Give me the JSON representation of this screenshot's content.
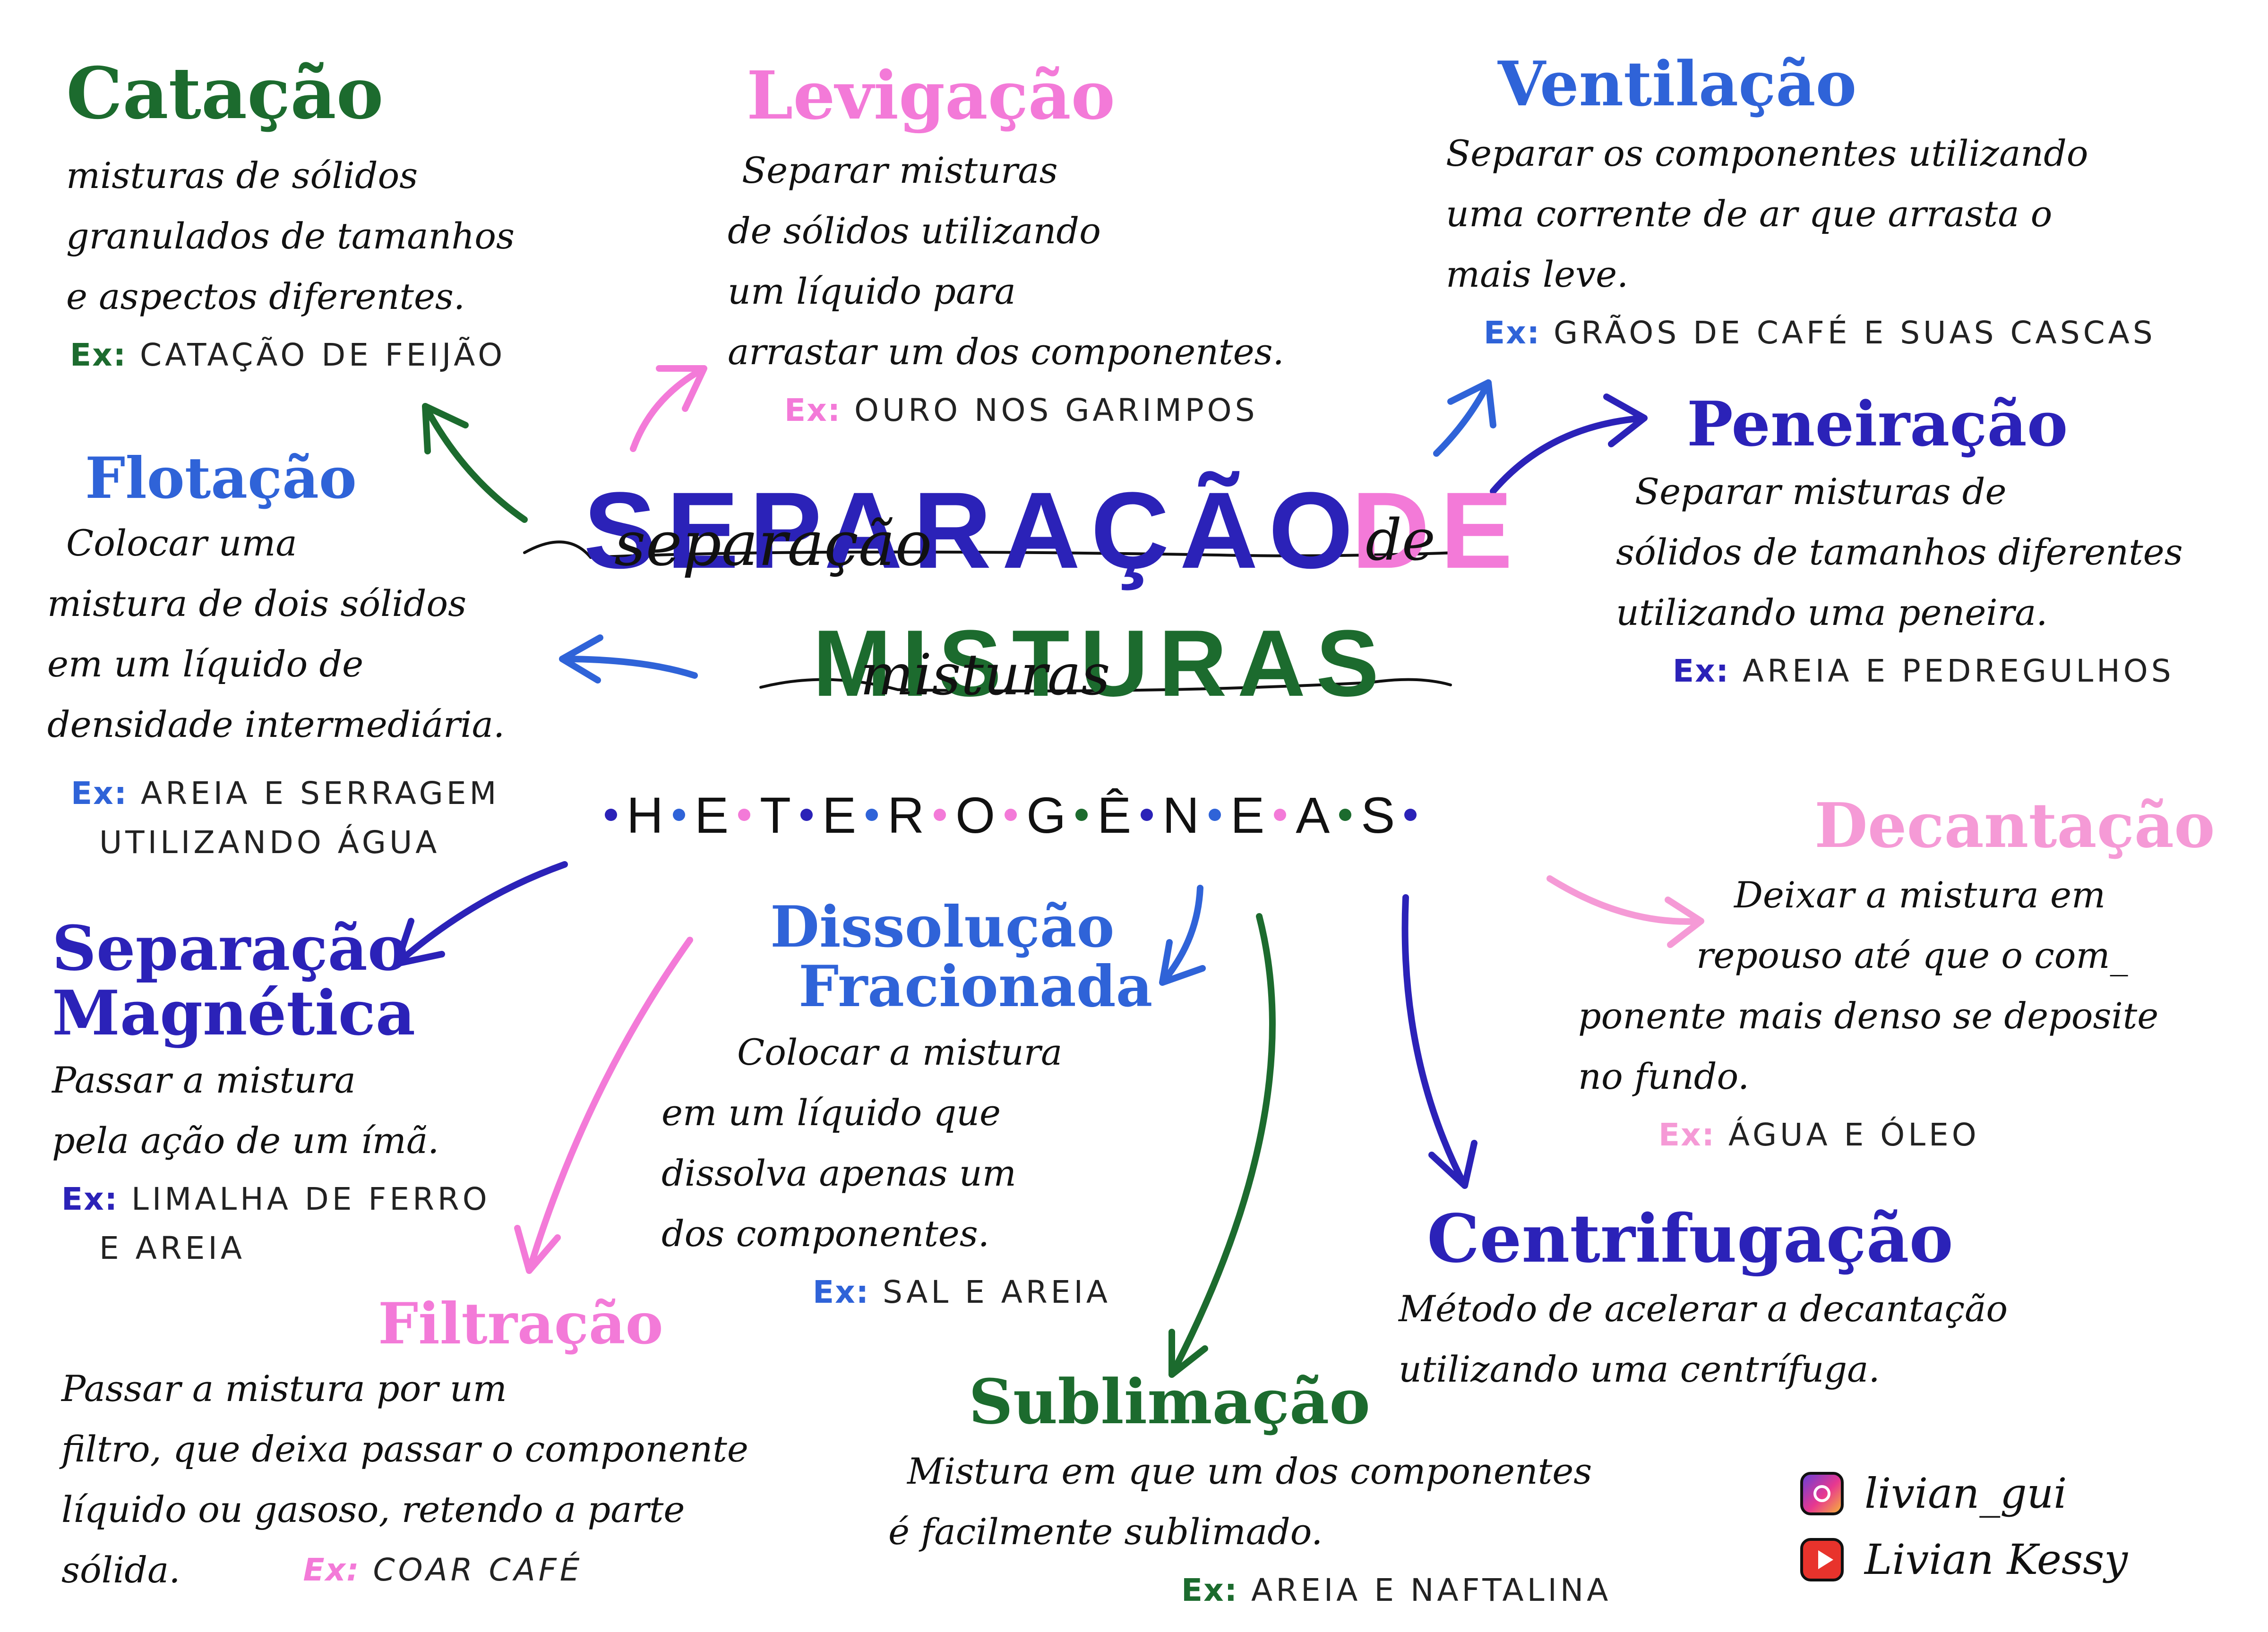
{
  "colors": {
    "green": "#1c6b2e",
    "pink": "#f37ad8",
    "blue": "#2f63d8",
    "indigo": "#2b22b8",
    "lightpink": "#f59ad6"
  },
  "center": {
    "title_line1": "SEPARAÇÃO",
    "title_de": "DE",
    "title_line2": "MISTURAS",
    "script_line1": "separação",
    "script_de": "de",
    "script_line2": "misturas",
    "hetero_letters": [
      "H",
      "E",
      "T",
      "E",
      "R",
      "O",
      "G",
      "Ê",
      "N",
      "E",
      "A",
      "S"
    ]
  },
  "cards": {
    "catacao": {
      "title": "Catação",
      "desc": [
        "misturas de sólidos",
        "granulados de tamanhos",
        "e aspectos diferentes."
      ],
      "ex_label": "Ex:",
      "ex": [
        "CATAÇÃO DE FEIJÃO"
      ]
    },
    "levigacao": {
      "title": "Levigação",
      "desc": [
        "Separar misturas",
        "de sólidos utilizando",
        "um líquido para",
        "arrastar um dos componentes."
      ],
      "ex_label": "Ex:",
      "ex": [
        "OURO NOS GARIMPOS"
      ]
    },
    "ventilacao": {
      "title": "Ventilação",
      "desc": [
        "Separar os componentes utilizando",
        "uma corrente de ar que arrasta o",
        "mais leve."
      ],
      "ex_label": "Ex:",
      "ex": [
        "GRÃOS DE CAFÉ E SUAS CASCAS"
      ]
    },
    "flotacao": {
      "title": "Flotação",
      "desc": [
        "Colocar uma",
        "mistura de dois sólidos",
        "em um líquido de",
        "densidade intermediária."
      ],
      "ex_label": "Ex:",
      "ex": [
        "AREIA E SERRAGEM",
        "UTILIZANDO ÁGUA"
      ]
    },
    "peneiracao": {
      "title": "Peneiração",
      "desc": [
        "Separar misturas de",
        "sólidos de tamanhos diferentes",
        "utilizando uma peneira."
      ],
      "ex_label": "Ex:",
      "ex": [
        "AREIA E PEDREGULHOS"
      ]
    },
    "decantacao": {
      "title": "Decantação",
      "desc": [
        "Deixar a mistura em",
        "repouso até que o com_",
        "ponente mais denso se deposite",
        "no fundo."
      ],
      "ex_label": "Ex:",
      "ex": [
        "ÁGUA E ÓLEO"
      ]
    },
    "magnetica": {
      "title": "Separação Magnética",
      "title_lines": [
        "Separação",
        "Magnética"
      ],
      "desc": [
        "Passar a mistura",
        "pela ação de um ímã."
      ],
      "ex_label": "Ex:",
      "ex": [
        "LIMALHA DE FERRO",
        "E AREIA"
      ]
    },
    "dissolucao": {
      "title_lines": [
        "Dissolução",
        "Fracionada"
      ],
      "desc": [
        "Colocar a mistura",
        "em um líquido que",
        "dissolva apenas um",
        "dos componentes."
      ],
      "ex_label": "Ex:",
      "ex": [
        "SAL E AREIA"
      ]
    },
    "centrifugacao": {
      "title": "Centrifugação",
      "desc": [
        "Método de acelerar a decantação",
        "utilizando uma centrífuga."
      ]
    },
    "filtracao": {
      "title": "Filtração",
      "desc": [
        "Passar a mistura por um",
        "filtro, que deixa passar o componente",
        "líquido ou gasoso, retendo a parte",
        "sólida."
      ],
      "ex_label": "Ex:",
      "ex": [
        "COAR CAFÉ"
      ]
    },
    "sublimacao": {
      "title": "Sublimação",
      "desc": [
        "Mistura em que um dos componentes",
        "é facilmente sublimado."
      ],
      "ex_label": "Ex:",
      "ex": [
        "AREIA E NAFTALINA"
      ]
    }
  },
  "social": {
    "instagram": "livian_gui",
    "youtube": "Livian Kessy"
  }
}
